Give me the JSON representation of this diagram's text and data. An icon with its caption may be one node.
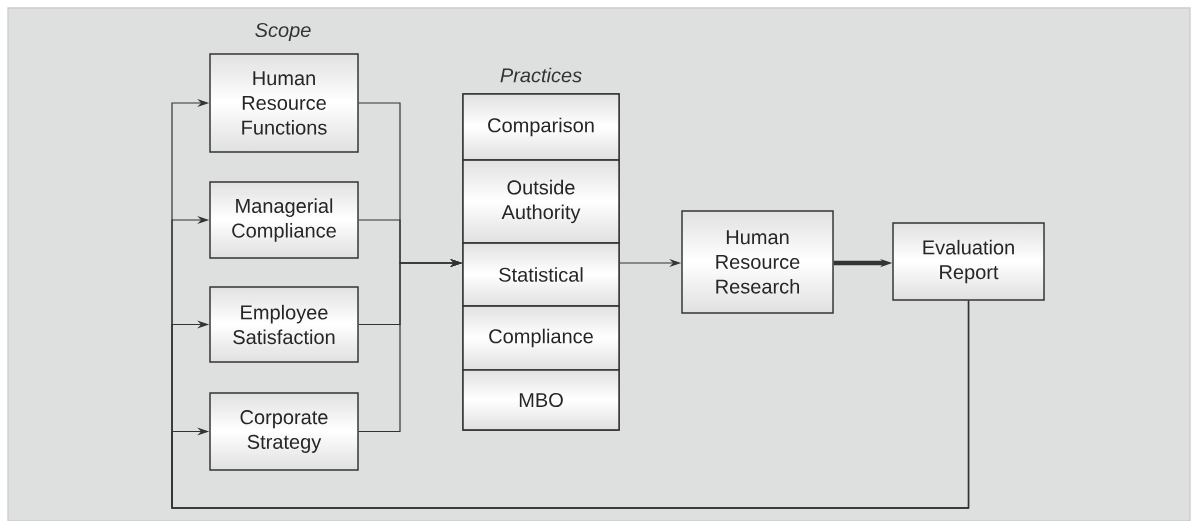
{
  "diagram": {
    "nodes": [
      {
        "text": [
          "Human Resource Functions"
        ]
      },
      {
        "text": [
          "Managerial Compliance"
        ]
      },
      {
        "text": [
          "Employee Satisfaction"
        ]
      },
      {
        "text": [
          "Corporate Strategy"
        ]
      },
      {
        "text": [
          "Practices"
        ]
      },
      {
        "text": [
          "Comparison"
        ],
        "in": 4
      },
      {
        "text": [
          "Outside Authority"
        ],
        "in": 4
      },
      {
        "text": [
          "Statistical"
        ],
        "in": 4
      },
      {
        "text": [
          "Compliance"
        ],
        "in": 4
      },
      {
        "text": [
          "MBO"
        ],
        "in": 4
      },
      {
        "text": [
          "Human Resource Research"
        ]
      },
      {
        "text": [
          "Evaluation Report"
        ]
      }
    ],
    "edges": [
      {
        "from": 0,
        "to": 4,
        "arrow": "to"
      },
      {
        "from": 1,
        "to": 4,
        "arrow": "to"
      },
      {
        "from": 2,
        "to": 4,
        "arrow": "to"
      },
      {
        "from": 3,
        "to": 4,
        "arrow": "to"
      },
      {
        "from": 4,
        "to": 10,
        "arrow": "to"
      },
      {
        "from": 10,
        "to": 11,
        "arrow": "to",
        "style": "thick"
      },
      {
        "from": 11,
        "to": 0,
        "arrow": "to"
      },
      {
        "from": 11,
        "to": 1,
        "arrow": "to"
      },
      {
        "from": 11,
        "to": 2,
        "arrow": "to"
      },
      {
        "from": 11,
        "to": 3,
        "arrow": "to"
      }
    ],
    "labels": [
      "Scope"
    ]
  }
}
